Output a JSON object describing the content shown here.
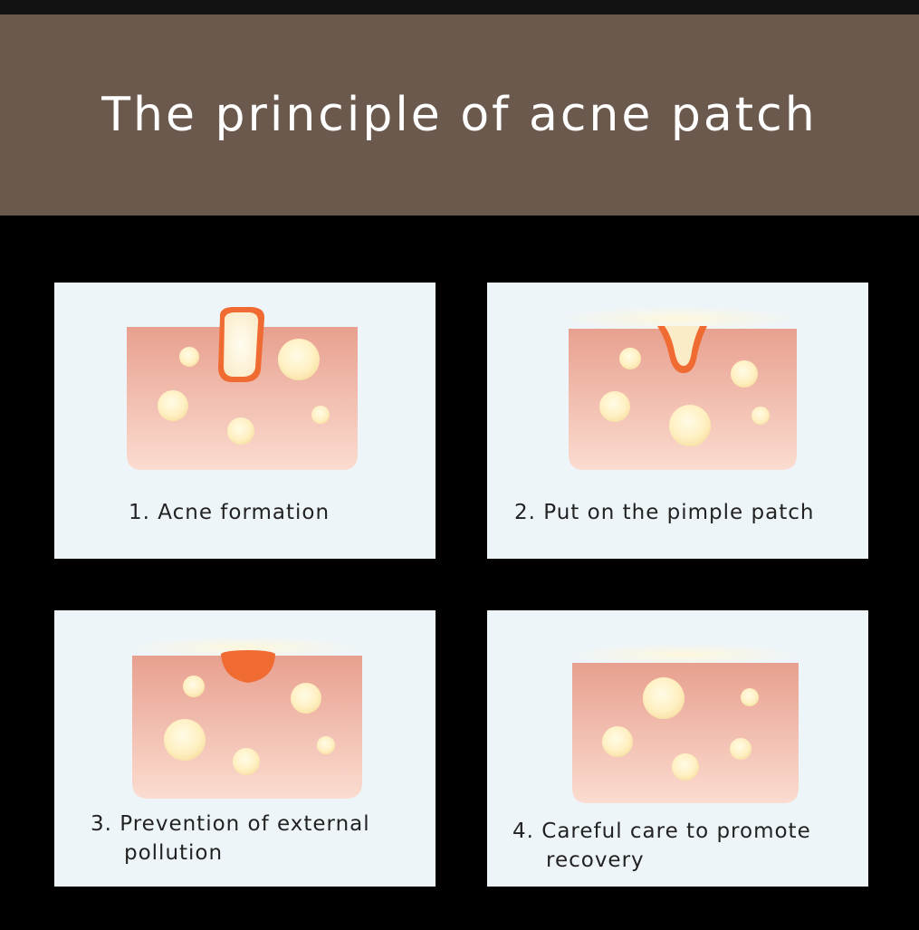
{
  "header": {
    "title": "The principle of acne patch"
  },
  "colors": {
    "header_bg": "#6b594d",
    "page_bg": "#000000",
    "panel_bg": "#eef5f9",
    "skin_top": "#e6a08f",
    "skin_bottom": "#f9d9cc",
    "pimple": "#f06b32",
    "pore": "#fff4c8"
  },
  "steps": [
    {
      "number": "1.",
      "label": "Acne formation",
      "label_line2": ""
    },
    {
      "number": "2.",
      "label": "Put on the pimple patch",
      "label_line2": ""
    },
    {
      "number": "3.",
      "label": "Prevention of external",
      "label_line2": "pollution"
    },
    {
      "number": "4.",
      "label": "Careful care to promote",
      "label_line2": "recovery"
    }
  ]
}
